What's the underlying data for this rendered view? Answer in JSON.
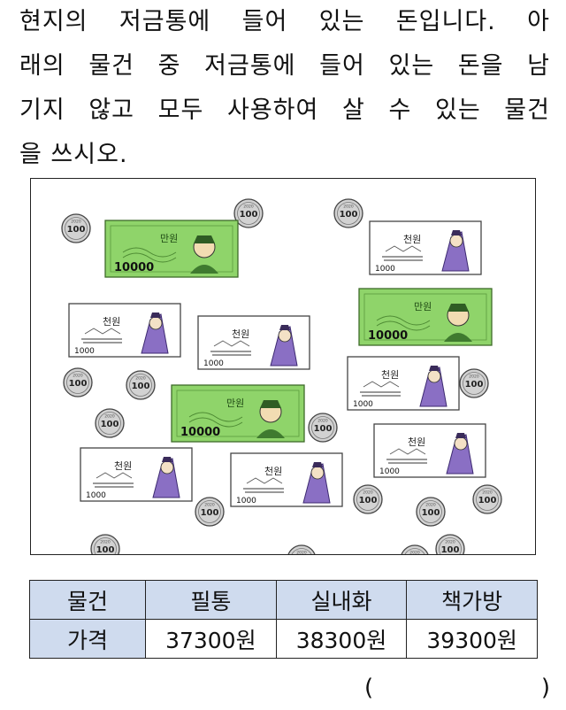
{
  "question": {
    "lines": [
      "현지의 저금통에 들어 있는 돈입니다. 아",
      "래의 물건 중 저금통에 들어 있는 돈을 남",
      "기지 않고 모두 사용하여 살 수 있는 물건",
      "을 쓰시오."
    ]
  },
  "money": {
    "coin_label": "100",
    "coin_year": "2020",
    "bill_10000_label": "10000",
    "bill_10000_text": "만원",
    "bill_1000_label": "1000",
    "bill_1000_text": "천원",
    "coin_count": 16,
    "bill_10000_count": 3,
    "bill_1000_count": 7,
    "colors": {
      "green_bill": "#8fd46a",
      "purple_figure": "#8a6fc4",
      "coin": "#cfcfcf"
    }
  },
  "table": {
    "header_label": "물건",
    "row_label": "가격",
    "items": [
      "필통",
      "실내화",
      "책가방"
    ],
    "prices": [
      "37300원",
      "38300원",
      "39300원"
    ],
    "header_color": "#cfdbee"
  },
  "answer": {
    "left_paren": "(",
    "right_paren": ")"
  }
}
